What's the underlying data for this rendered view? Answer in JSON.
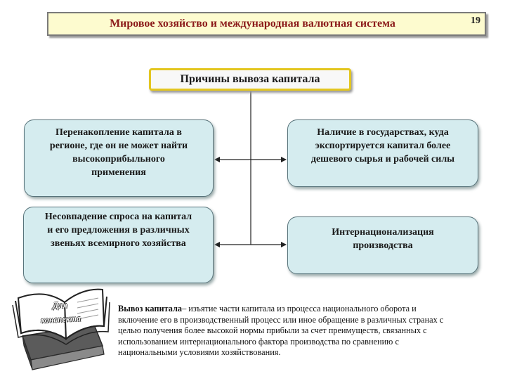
{
  "header": {
    "title": "Мировое хозяйство и международная валютная система",
    "page_number": "19"
  },
  "root": {
    "label": "Причины вывоза капитала"
  },
  "causes": [
    {
      "lines": [
        "Перенакопление капитала в",
        "регионе, где он не может найти",
        "высокоприбыльного",
        "применения"
      ]
    },
    {
      "lines": [
        "Наличие в государствах, куда",
        "экспортируется капитал более",
        "дешевого сырья и рабочей силы"
      ]
    },
    {
      "lines": [
        "Несовпадение спроса на капитал",
        "и его предложения в различных",
        "звеньях всемирного хозяйства"
      ]
    },
    {
      "lines": [
        "Интернационализация",
        "производства"
      ]
    }
  ],
  "note_badge": {
    "line1": "Для",
    "line2": "конспекта"
  },
  "definition": {
    "term": "Вывоз капитала",
    "lines": [
      "– изъятие части капитала из процесса национального оборота и",
      "включение его в производственный процесс или иное обращение в различных странах с",
      "целью получения более высокой нормы прибыли за счет преимуществ, связанных с",
      "использованием интернационального фактора производства по сравнению с",
      "национальными условиями хозяйствования."
    ]
  },
  "colors": {
    "title_bg": "#fdfbcf",
    "title_text": "#8b1a1a",
    "root_border": "#e3c620",
    "cause_fill": "#d5ecef"
  }
}
